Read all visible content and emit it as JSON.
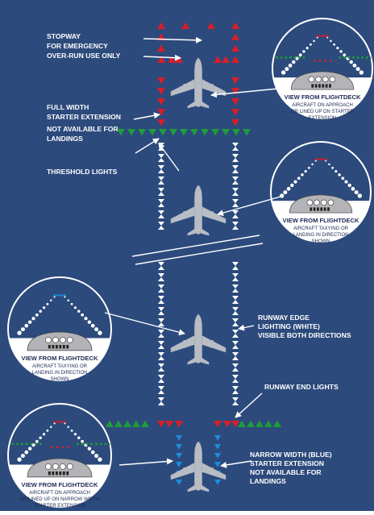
{
  "labels": {
    "stopway": [
      "STOPWAY",
      "FOR EMERGENCY",
      "OVER-RUN USE ONLY"
    ],
    "full_width": [
      "FULL WIDTH",
      "STARTER EXTENSION"
    ],
    "not_available": [
      "NOT AVAILABLE FOR",
      "LANDINGS"
    ],
    "threshold": "THRESHOLD LIGHTS",
    "edge": [
      "RUNWAY EDGE",
      "LIGHTING (WHITE)",
      "VISIBLE BOTH DIRECTIONS"
    ],
    "end_lights": "RUNWAY END LIGHTS",
    "narrow": [
      "NARROW WIDTH (BLUE)",
      "STARTER EXTENSION",
      "NOT AVAILABLE FOR",
      "LANDINGS"
    ]
  },
  "insets": [
    {
      "title": "VIEW FROM FLIGHTDECK",
      "lines": [
        "AIRCRAFT ON APPROACH",
        "OR LINED UP ON STARTER",
        "EXTENSION"
      ]
    },
    {
      "title": "VIEW FROM FLIGHTDECK",
      "lines": [
        "AIRCRAFT TAXYING OR",
        "LANDING IN DIRECTION",
        "SHOWN"
      ]
    },
    {
      "title": "VIEW FROM FLIGHTDECK",
      "lines": [
        "AIRCRAFT TAXYING OR",
        "LANDING IN DIRECTION",
        "SHOWN"
      ]
    },
    {
      "title": "VIEW FROM FLIGHTDECK",
      "lines": [
        "AIRCRAFT ON APPROACH",
        "OR LINED UP ON NARROW WIDTH",
        "STARTER EXTENSION"
      ]
    }
  ],
  "colors": {
    "background": "#2c4a7c",
    "white_light": "#ffffff",
    "red_light": "#d81e2a",
    "green_light": "#1f9a3c",
    "blue_light": "#1c8fdc",
    "aircraft": "#b8bcc4",
    "cockpit_panel": "#b4b4b8"
  },
  "icons": [
    "aircraft-icon",
    "cockpit-panel-icon",
    "arrow-icon"
  ]
}
